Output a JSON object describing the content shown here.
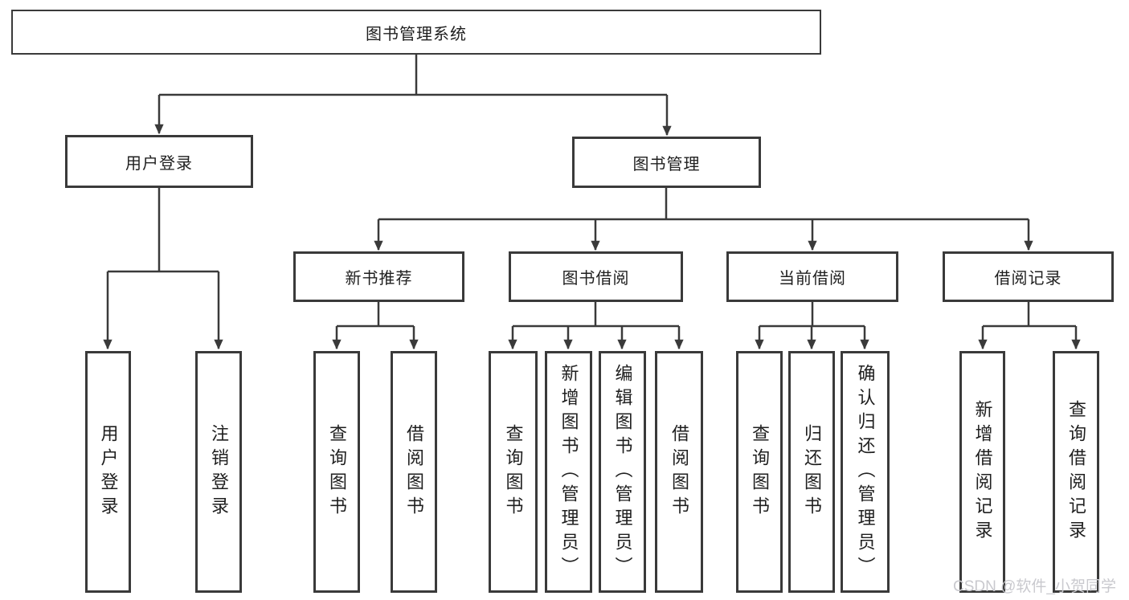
{
  "tree": {
    "root_label": "图书管理系统",
    "level2": {
      "user_login": "用户登录",
      "book_management": "图书管理"
    },
    "level3": {
      "new_book_recommendation": "新书推荐",
      "book_borrowing": "图书借阅",
      "current_borrowing": "当前借阅",
      "borrowing_records": "借阅记录"
    },
    "leaves": {
      "user_login": [
        "用户登录",
        "注销登录"
      ],
      "new_book_recommendation": [
        "查询图书",
        "借阅图书"
      ],
      "book_borrowing": [
        "查询图书",
        "新增图书（管理员）",
        "编辑图书（管理员）",
        "借阅图书"
      ],
      "current_borrowing": [
        "查询图书",
        "归还图书",
        "确认归还（管理员）"
      ],
      "borrowing_records": [
        "新增借阅记录",
        "查询借阅记录"
      ]
    }
  },
  "watermark": "CSDN @软件_小贺同学",
  "colors": {
    "line": "#3a3a3a",
    "box_border": "#3a3a3a",
    "text": "#1f1f1f",
    "background": "#ffffff",
    "watermark": "#c9c9ce"
  }
}
